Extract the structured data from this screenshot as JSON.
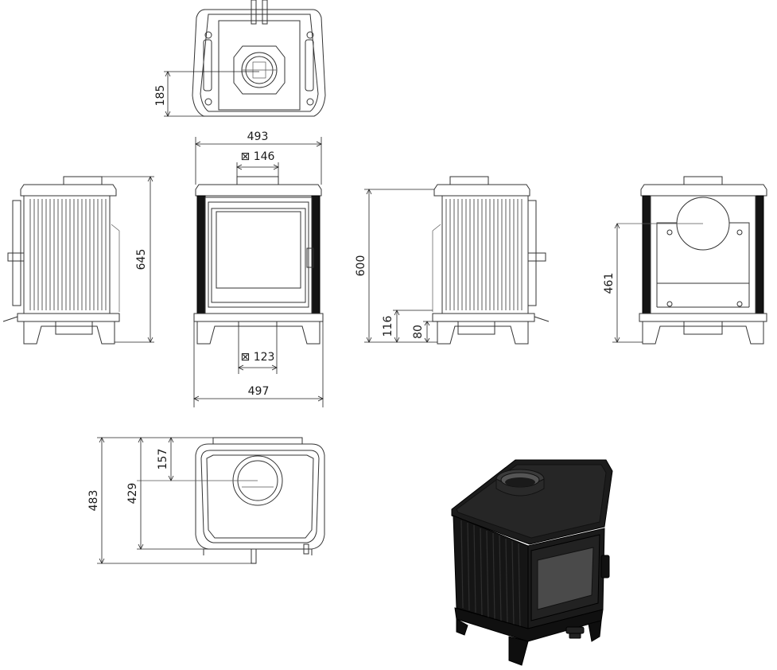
{
  "dimensions": {
    "top_view_depth": "185",
    "front_width_top": "493",
    "flue_top_size": "⊠ 146",
    "front_height": "645",
    "side_height": "600",
    "side_air_inlet_height": "116",
    "side_bottom_outlet_height": "80",
    "rear_outlet_height": "461",
    "bottom_outlet_size": "⊠ 123",
    "front_width_bottom": "497",
    "plan_depth_total": "483",
    "plan_depth_body": "429",
    "plan_flue_offset": "157"
  },
  "colors": {
    "line": "#333333",
    "stove_body": "#141414",
    "glass": "#4a4a4a"
  }
}
